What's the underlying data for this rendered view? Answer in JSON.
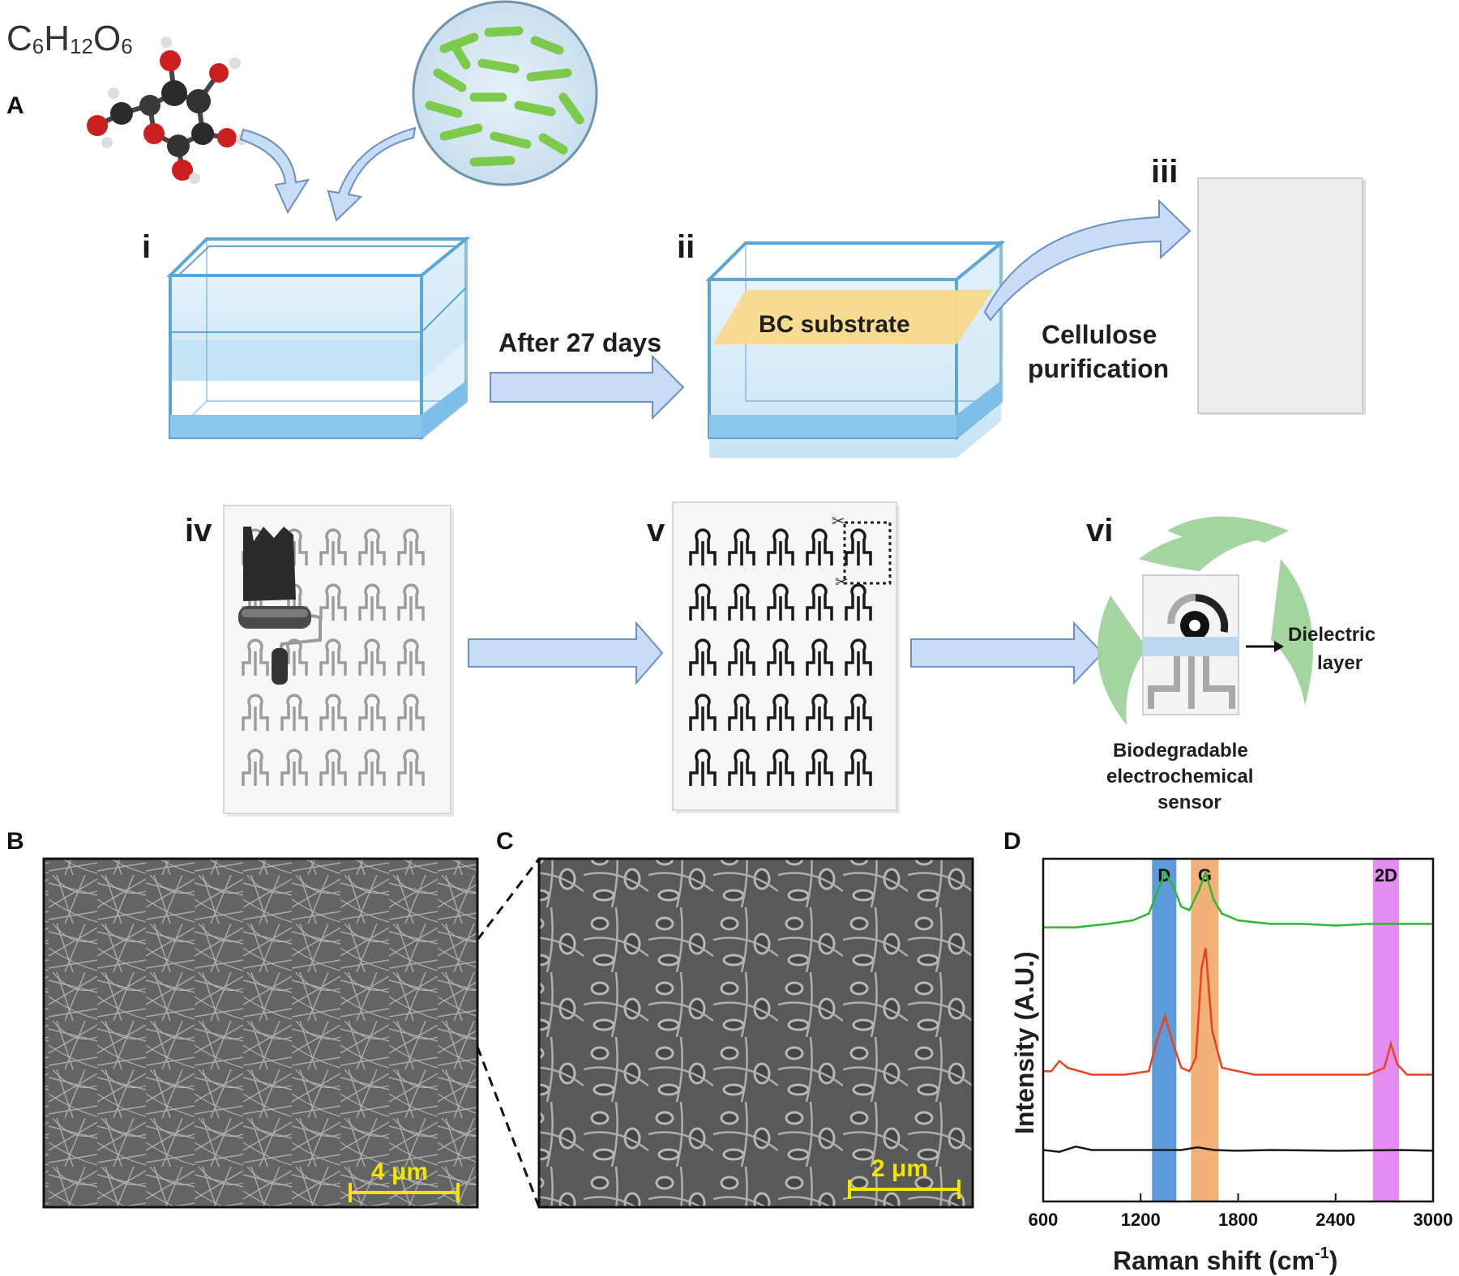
{
  "formula": {
    "c": "C",
    "c_sub": "6",
    "h": "H",
    "h_sub": "12",
    "o": "O",
    "o_sub": "6"
  },
  "panels": {
    "a": "A",
    "b": "B",
    "c": "C",
    "d": "D"
  },
  "steps": {
    "i": "i",
    "ii": "ii",
    "iii": "iii",
    "iv": "iv",
    "v": "v",
    "vi": "vi"
  },
  "labels": {
    "after_days": "After 27 days",
    "bc_substrate": "BC substrate",
    "purification_1": "Cellulose",
    "purification_2": "purification",
    "dielectric_1": "Dielectric",
    "dielectric_2": "layer",
    "sensor_1": "Biodegradable",
    "sensor_2": "electrochemical",
    "sensor_3": "sensor"
  },
  "scalebars": {
    "b": "4 μm",
    "c": "2 μm"
  },
  "colors": {
    "tank_water": "#d6ecf8",
    "tank_edge": "#5aa6d6",
    "arrow_fill": "#c9dcf5",
    "arrow_edge": "#6a8fc4",
    "bc_layer": "#f7d98a",
    "bacteria": "#7cc94b",
    "leaf": "#9fd39b",
    "scale_bar": "#f2e600"
  },
  "chart_data": {
    "type": "line",
    "xlabel": "Raman shift (cm",
    "xlabel_sup": "-1",
    "xlabel_end": ")",
    "ylabel": "Intensity (A.U.)",
    "xlim": [
      600,
      3000
    ],
    "xticks": [
      "600",
      "1200",
      "1800",
      "2400",
      "3000"
    ],
    "bands": [
      {
        "label": "D",
        "from": 1270,
        "to": 1420,
        "color": "#4a8fd8"
      },
      {
        "label": "G",
        "from": 1510,
        "to": 1680,
        "color": "#f0a868"
      },
      {
        "label": "2D",
        "from": 2630,
        "to": 2790,
        "color": "#e080f0"
      }
    ],
    "series": [
      {
        "color": "#2eb82e",
        "points": [
          [
            600,
            0.8
          ],
          [
            800,
            0.8
          ],
          [
            1000,
            0.81
          ],
          [
            1150,
            0.82
          ],
          [
            1250,
            0.84
          ],
          [
            1300,
            0.9
          ],
          [
            1350,
            0.96
          ],
          [
            1400,
            0.92
          ],
          [
            1450,
            0.86
          ],
          [
            1500,
            0.85
          ],
          [
            1560,
            0.91
          ],
          [
            1600,
            0.96
          ],
          [
            1650,
            0.88
          ],
          [
            1700,
            0.84
          ],
          [
            1800,
            0.82
          ],
          [
            2000,
            0.81
          ],
          [
            2200,
            0.81
          ],
          [
            2400,
            0.805
          ],
          [
            2600,
            0.81
          ],
          [
            2800,
            0.81
          ],
          [
            3000,
            0.81
          ]
        ]
      },
      {
        "color": "#e8431a",
        "points": [
          [
            600,
            0.38
          ],
          [
            650,
            0.38
          ],
          [
            700,
            0.41
          ],
          [
            750,
            0.39
          ],
          [
            900,
            0.37
          ],
          [
            1100,
            0.37
          ],
          [
            1250,
            0.38
          ],
          [
            1300,
            0.47
          ],
          [
            1350,
            0.54
          ],
          [
            1400,
            0.46
          ],
          [
            1450,
            0.39
          ],
          [
            1500,
            0.38
          ],
          [
            1540,
            0.42
          ],
          [
            1575,
            0.68
          ],
          [
            1600,
            0.74
          ],
          [
            1640,
            0.5
          ],
          [
            1700,
            0.39
          ],
          [
            1900,
            0.37
          ],
          [
            2200,
            0.37
          ],
          [
            2600,
            0.37
          ],
          [
            2700,
            0.39
          ],
          [
            2740,
            0.46
          ],
          [
            2780,
            0.4
          ],
          [
            2840,
            0.37
          ],
          [
            3000,
            0.37
          ]
        ]
      },
      {
        "color": "#1a1a1a",
        "points": [
          [
            600,
            0.15
          ],
          [
            700,
            0.145
          ],
          [
            800,
            0.16
          ],
          [
            900,
            0.15
          ],
          [
            1100,
            0.15
          ],
          [
            1300,
            0.15
          ],
          [
            1450,
            0.15
          ],
          [
            1550,
            0.158
          ],
          [
            1650,
            0.15
          ],
          [
            1800,
            0.148
          ],
          [
            2000,
            0.15
          ],
          [
            2400,
            0.148
          ],
          [
            2800,
            0.15
          ],
          [
            3000,
            0.148
          ]
        ]
      }
    ]
  }
}
